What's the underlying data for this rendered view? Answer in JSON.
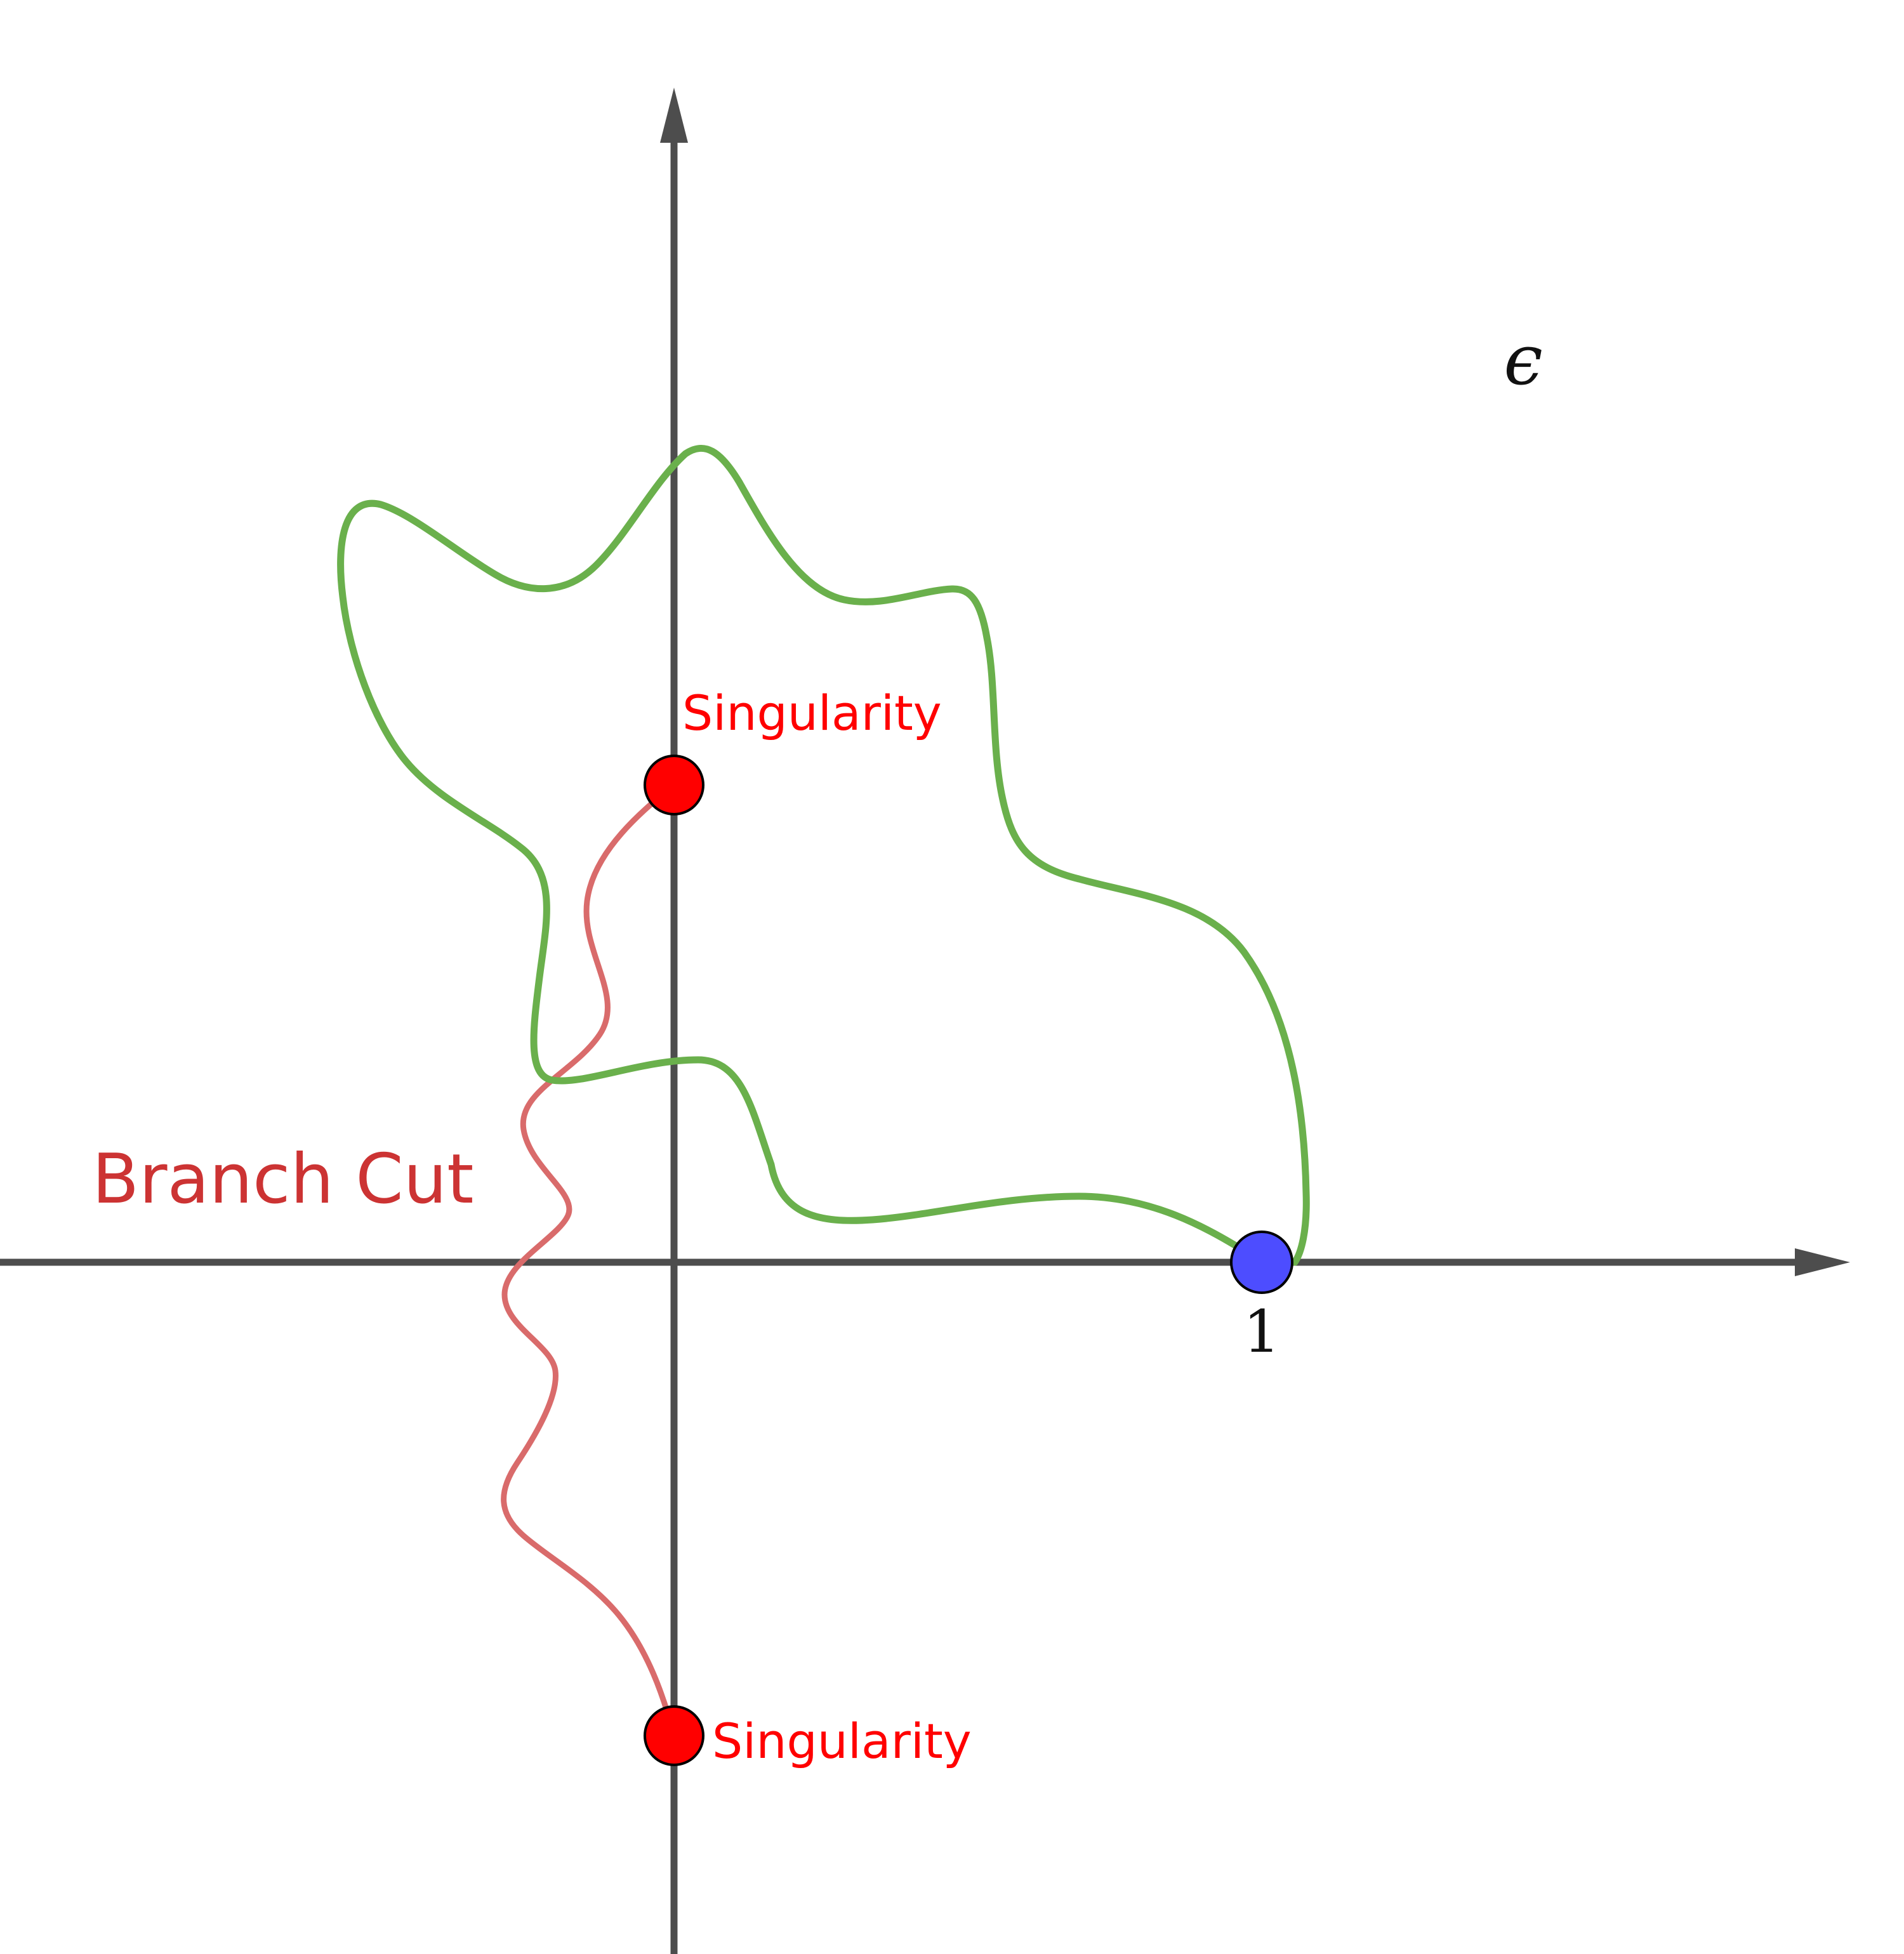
{
  "plane_label": "ϵ",
  "axis_tick_label": "1",
  "branch_cut_label": "Branch Cut",
  "singularity_label_upper": "Singularity",
  "singularity_label_lower": "Singularity",
  "colors": {
    "axis": "#4d4d4d",
    "contour": "#6ab04c",
    "branch_cut": "#d96b6b",
    "branch_cut_text": "#cc3333",
    "singularity_fill": "#ff0000",
    "singularity_text": "#ff0000",
    "point_one_fill": "#4d4dff",
    "text_dark": "#111111"
  }
}
